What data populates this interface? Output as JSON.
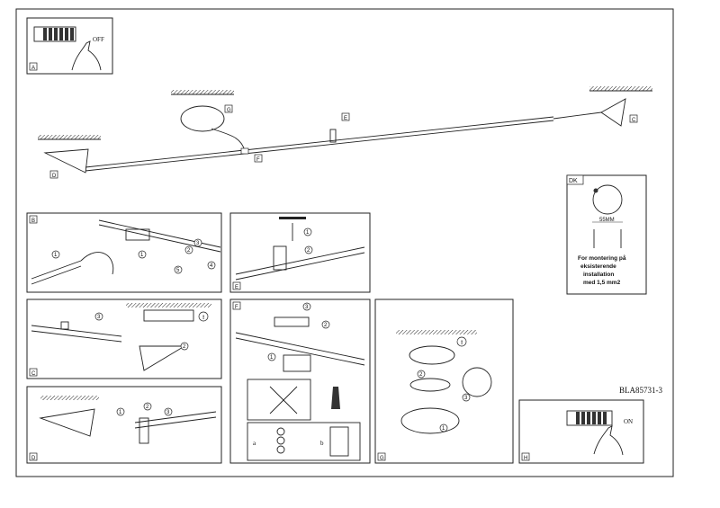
{
  "sheet": {
    "code": "BLA85731-3",
    "figure_labels": {
      "a": "A",
      "b": "B",
      "c": "C",
      "d": "D",
      "e": "E",
      "f": "F",
      "g": "G",
      "h": "H"
    },
    "switch_off": "OFF",
    "switch_on": "ON",
    "dk": {
      "tag": "DK",
      "dimension": "55MM",
      "note_line1": "For montering på",
      "note_line2": "eksisterende",
      "note_line3": "installation",
      "note_line4": "med 1,5 mm2"
    },
    "steps": [
      "1",
      "2",
      "3",
      "4",
      "5"
    ],
    "wiring": {
      "a": "a",
      "b": "b"
    }
  }
}
